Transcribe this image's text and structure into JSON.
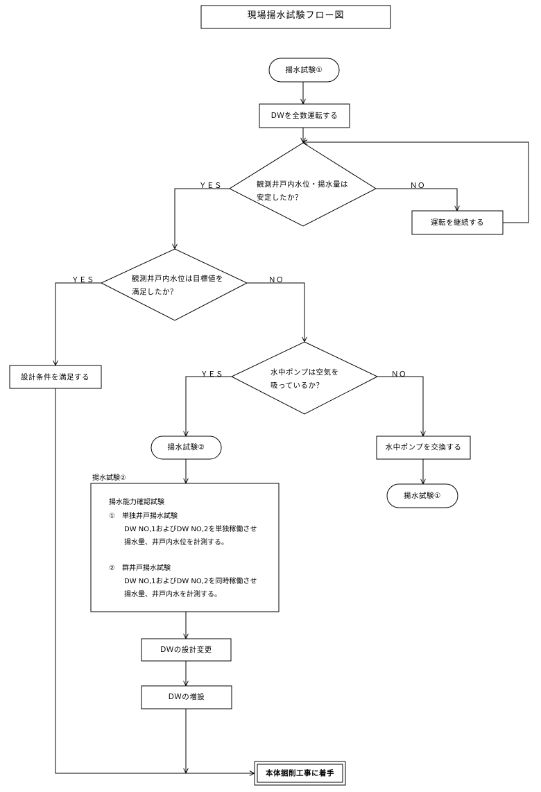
{
  "title": "現場揚水試験フロー図",
  "nodes": {
    "start_test1": "揚水試験①",
    "run_all_dw": "DＷを全数運転する",
    "decision_stable": [
      "観測井戸内水位・揚水量は",
      "安定したか？"
    ],
    "continue_operation": "運転を継続する",
    "decision_target": [
      "観測井戸内水位は目標値を",
      "満足したか？"
    ],
    "satisfy_design": "設計条件を満足する",
    "decision_air": [
      "水中ポンプは空気を",
      "吸っているか？"
    ],
    "test2_terminal": "揚水試験②",
    "replace_pump": "水中ポンプを交換する",
    "test1_terminal": "揚水試験①",
    "dw_design_change": "DＷの設計変更",
    "dw_add": "DＷの増設",
    "final": "本体掘削工事に着手"
  },
  "branch_labels": {
    "yes": "ＹＥＳ",
    "no": "ＮＯ"
  },
  "note": {
    "caption": "揚水試験②",
    "heading": "揚水能力確認試験",
    "item1_title": "①　単独井戸揚水試験",
    "item1_line1": "DW NO,1およびDW NO,2を単独稼働させ",
    "item1_line2": "揚水量、井戸内水位を計測する。",
    "item2_title": "②　群井戸揚水試験",
    "item2_line1": "DW NO,1およびDW NO,2を同時稼働させ",
    "item2_line2": "揚水量、井戸内水を計測する。"
  }
}
